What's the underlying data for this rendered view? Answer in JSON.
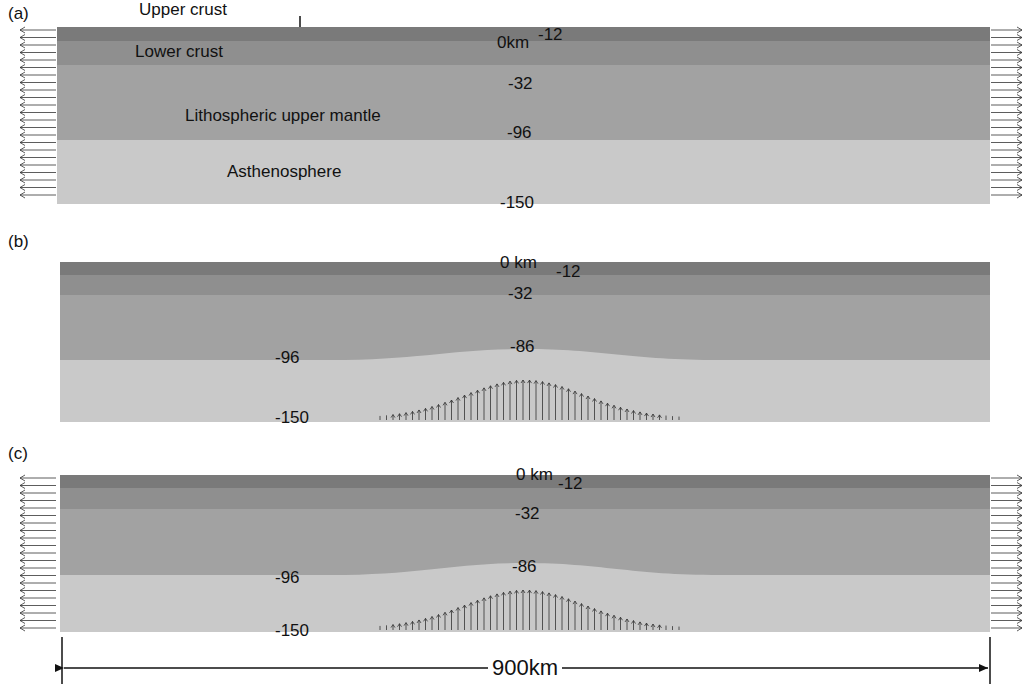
{
  "diagram": {
    "nodes": [
      {
        "text": [
          "Upper crust"
        ]
      },
      {
        "text": [
          "Lower crust"
        ]
      },
      {
        "text": [
          "Lithospheric upper mantle"
        ]
      },
      {
        "text": [
          "Asthenosphere"
        ]
      }
    ],
    "labels": [
      "(a)",
      "0km",
      "-12",
      "-32",
      "-96",
      "-150",
      "(b)",
      "0 km",
      "-12",
      "-32",
      "-96",
      "-86",
      "-150",
      "(c)",
      "0 km",
      "-12",
      "-32",
      "-96",
      "-86",
      "-150",
      "900km"
    ]
  }
}
